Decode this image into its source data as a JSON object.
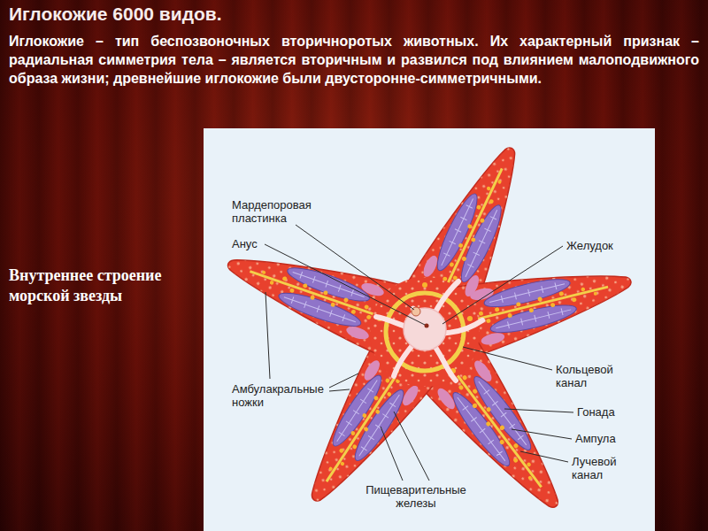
{
  "diagram": {
    "title": "Иглокожие 6000 видов.",
    "labels": [
      "Иглокожие – тип беспозвоночных вторичноротых животных. Их характерный признак – радиальная симметрия тела – является вторичным и развился под влиянием малоподвижного образа жизни; древнейшие иглокожие были двусторонне-симметричными.",
      "Внутреннее строение морской звезды",
      "Мардепоровая пластинка",
      "Анус",
      "Желудок",
      "Кольцевой канал",
      "Гонада",
      "Ампула",
      "Лучевой канал",
      "Амбулакральные ножки",
      "Пищеварительные железы"
    ]
  }
}
